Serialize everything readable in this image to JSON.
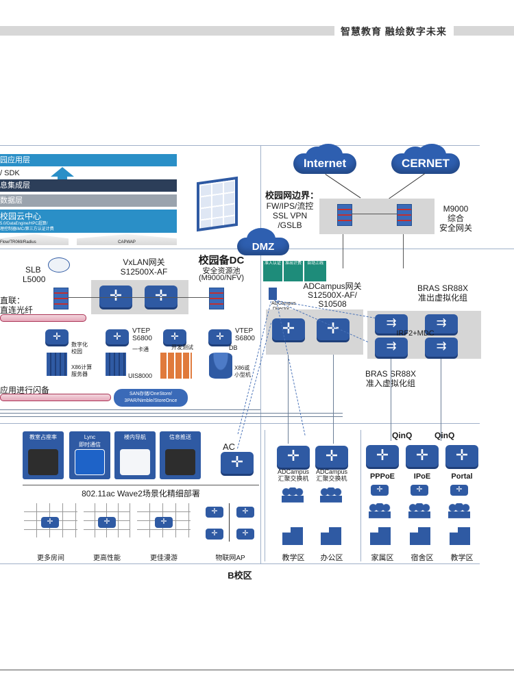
{
  "header": {
    "title": "智慧教育 融绘数字未来"
  },
  "left_stack": {
    "layers": [
      "园应用层",
      "/ SDK",
      "息集成层",
      "数据层",
      "校园云中心"
    ],
    "cloud_sub1": "5.0/DataEngine/HPC超算/",
    "cloud_sub2": "理控制器IMC/第三方认证计费",
    "arrow_left": "Flow/TR069/Radius",
    "arrow_right": "CAPWAP"
  },
  "top_right": {
    "internet": "Internet",
    "cernet": "CERNET",
    "border_title": "校园网边界：",
    "border_lines": [
      "FW/IPS/流控",
      "SSL VPN",
      "/GSLB"
    ],
    "m9000": [
      "M9000",
      "综合",
      "安全网关"
    ],
    "dmz": "DMZ"
  },
  "backup_dc": {
    "slb": [
      "SLB",
      "L5000"
    ],
    "vxlan": [
      "VxLAN网关",
      "S12500X-AF"
    ],
    "title": "校园备DC",
    "pool": [
      "安全资源池",
      "(M9000/NFV)"
    ],
    "direct1": "直联：",
    "direct2": "直连光纤",
    "vtep_left": [
      "VTEP",
      "S6800"
    ],
    "vtep_right": [
      "VTEP",
      "S6800"
    ],
    "digital": [
      "数字化",
      "校园"
    ],
    "card": "一卡通",
    "devtest": "开发测试",
    "db": "DB",
    "x86": [
      "X86计算",
      "服务器"
    ],
    "uis": "UIS8000",
    "minicomp": [
      "X86或",
      "小型机"
    ],
    "flash": "应用进行闪备",
    "san": [
      "SAN存储/OneStore/",
      "3PAR/Nimble/StoreOnce"
    ]
  },
  "adcampus": {
    "badges": [
      "安全\n准入认证",
      "虚拟专网\n准出计费",
      "智慧无线\n自动上线"
    ],
    "badge_row2": [
      "准入认证",
      "准出计费",
      "自动上线"
    ],
    "director": [
      "ADCampus",
      "Director"
    ],
    "gateway": [
      "ADCampus网关",
      "S12500X-AF/",
      "S10508"
    ],
    "bras_top": [
      "BRAS SR88X",
      "准出虚拟化组"
    ],
    "irf": "IRF2+MDC",
    "bras_bottom": [
      "BRAS SR88X",
      "准入虚拟化组"
    ]
  },
  "apps": [
    {
      "label": "教室占座率",
      "color": "#2d2d2d"
    },
    {
      "label": "Lync\n即时通信",
      "color": "#1e63c8"
    },
    {
      "label": "楼内导航",
      "color": "#ffffff"
    },
    {
      "label": "信息推送",
      "color": "#2d2d2d"
    }
  ],
  "wireless": {
    "title": "802.11ac Wave2场景化精细部署",
    "ac": "AC",
    "scenes": [
      "更多房间",
      "更高性能",
      "更佳漫游",
      "物联网AP"
    ]
  },
  "access": {
    "agg1": [
      "ADCampus",
      "汇聚交换机"
    ],
    "agg2": [
      "ADCampus",
      "汇聚交换机"
    ],
    "qinq1": "QinQ",
    "qinq2": "QinQ",
    "modes": [
      "PPPoE",
      "IPoE",
      "Portal"
    ],
    "zones": [
      "教学区",
      "办公区",
      "家属区",
      "宿舍区",
      "教学区"
    ]
  },
  "campus_label": "B校区",
  "colors": {
    "accent": "#2f5aa3",
    "layer_blue": "#2a8fc7",
    "layer_dark": "#2c3e59",
    "layer_gray": "#9aa3ad"
  }
}
